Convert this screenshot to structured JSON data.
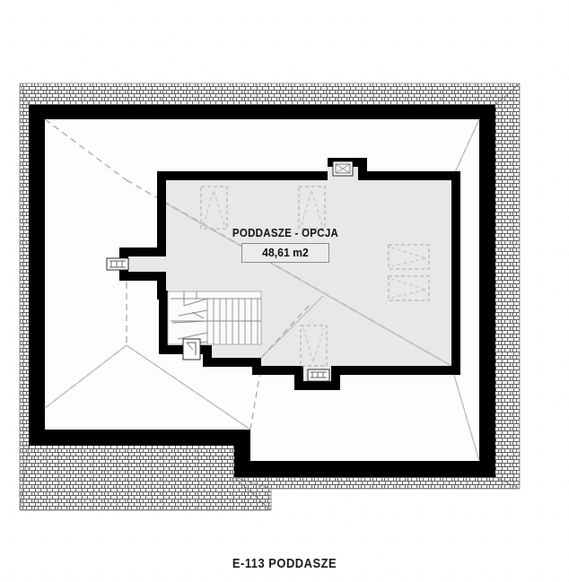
{
  "drawing": {
    "caption": "E-113 PODDASZE",
    "room": {
      "name": "PODDASZE - OPCJA",
      "area": "48,61 m2"
    },
    "colors": {
      "wall": "#000000",
      "room_fill": "#e8e8e8",
      "roof_fill": "#fdfdfd",
      "hatch_line": "#3a3a3a",
      "dashed_ridge": "#9b9b9b",
      "background": "#ffffff",
      "text": "#111111",
      "area_box_fill": "#ececec",
      "area_box_border": "#8d8d8d"
    },
    "elements": {
      "skylight_top_left": "skylight-window-symbol",
      "skylight_top_right": "skylight-window-symbol",
      "skylight_bottom": "skylight-window-symbol",
      "skylight_right_upper": "roof-window-symbol",
      "skylight_right_lower": "roof-window-symbol",
      "dormer_top": "dormer-window-symbol",
      "dormer_left": "dormer-window-symbol",
      "dormer_bottom": "dormer-window-symbol",
      "staircase": "staircase-with-winders",
      "stair_treads": 9,
      "door_marker": "door-symbol"
    }
  }
}
